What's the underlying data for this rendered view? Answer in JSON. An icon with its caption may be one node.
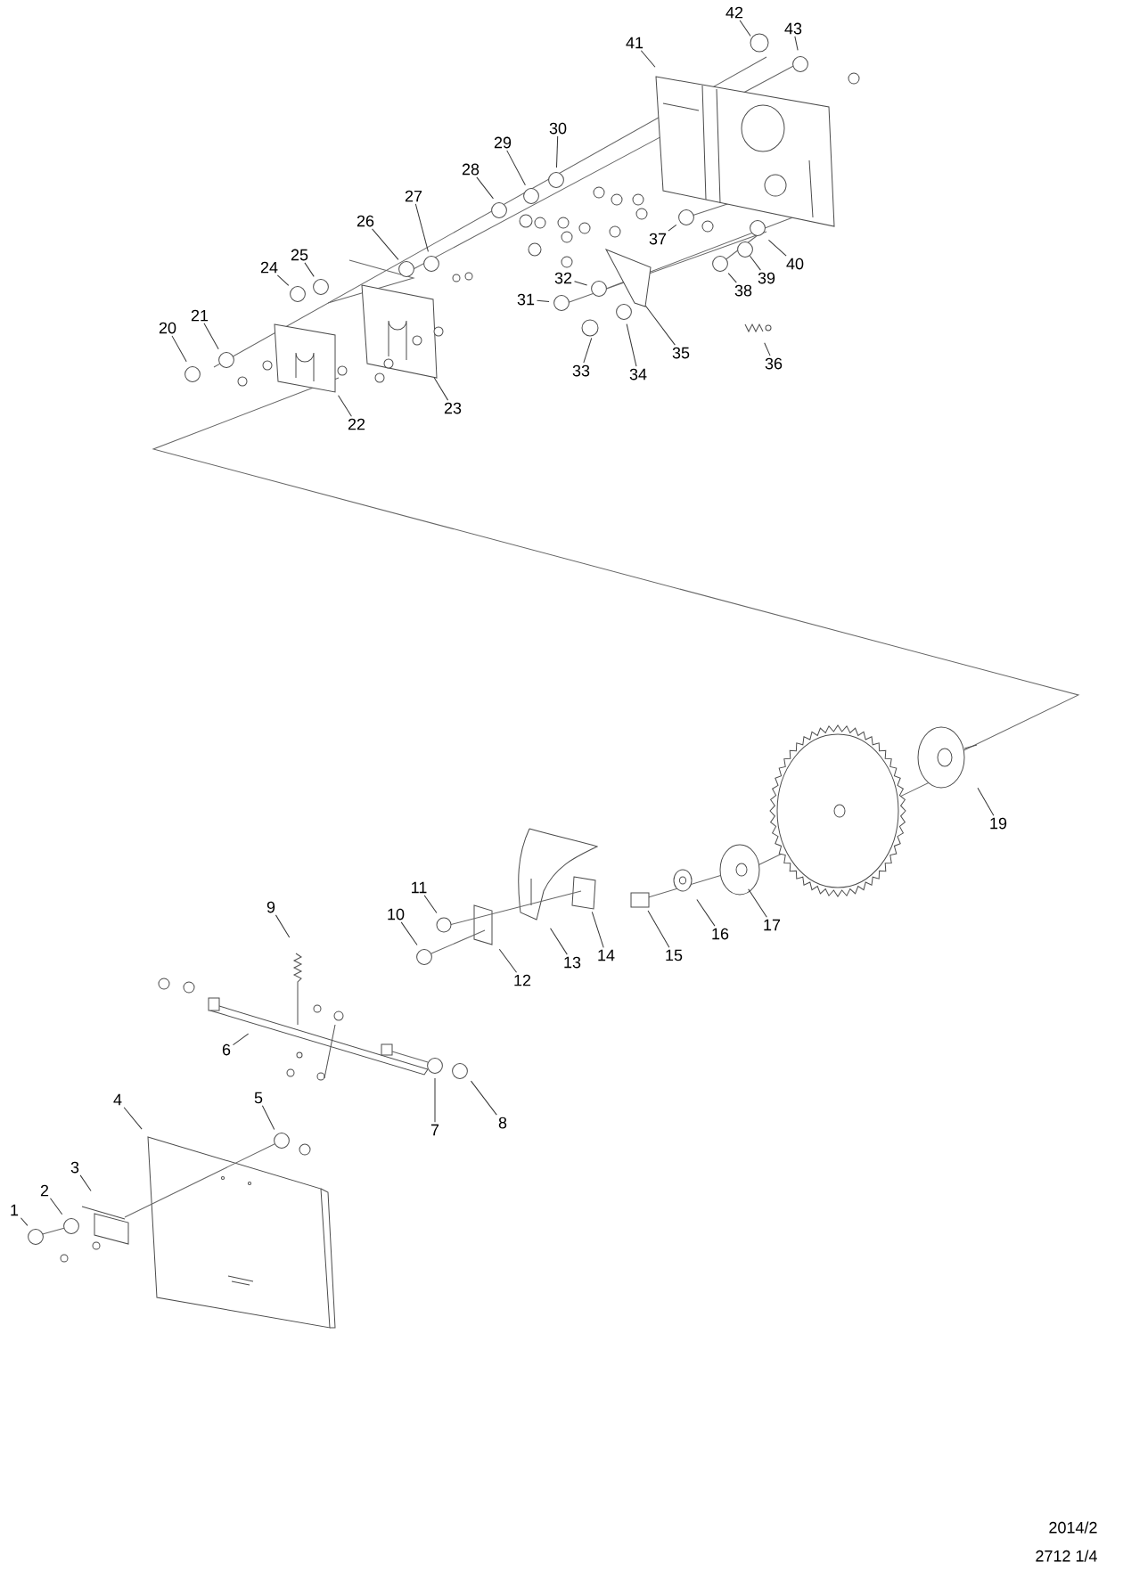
{
  "diagram": {
    "nodes": [
      {
        "text": [
          "1"
        ]
      },
      {
        "text": [
          "2"
        ]
      },
      {
        "text": [
          "3"
        ]
      },
      {
        "text": [
          "4"
        ]
      },
      {
        "text": [
          "5"
        ]
      },
      {
        "text": [
          "6"
        ]
      },
      {
        "text": [
          "7"
        ]
      },
      {
        "text": [
          "8"
        ]
      },
      {
        "text": [
          "9"
        ]
      },
      {
        "text": [
          "10"
        ]
      },
      {
        "text": [
          "11"
        ]
      },
      {
        "text": [
          "12"
        ]
      },
      {
        "text": [
          "13"
        ]
      },
      {
        "text": [
          "14"
        ]
      },
      {
        "text": [
          "15"
        ]
      },
      {
        "text": [
          "16"
        ]
      },
      {
        "text": [
          "17"
        ]
      },
      {
        "text": [
          "19"
        ]
      },
      {
        "text": [
          "20"
        ]
      },
      {
        "text": [
          "21"
        ]
      },
      {
        "text": [
          "22"
        ]
      },
      {
        "text": [
          "23"
        ]
      },
      {
        "text": [
          "24"
        ]
      },
      {
        "text": [
          "25"
        ]
      },
      {
        "text": [
          "26"
        ]
      },
      {
        "text": [
          "27"
        ]
      },
      {
        "text": [
          "28"
        ]
      },
      {
        "text": [
          "29"
        ]
      },
      {
        "text": [
          "30"
        ]
      },
      {
        "text": [
          "31"
        ]
      },
      {
        "text": [
          "32"
        ]
      },
      {
        "text": [
          "33"
        ]
      },
      {
        "text": [
          "34"
        ]
      },
      {
        "text": [
          "35"
        ]
      },
      {
        "text": [
          "36"
        ]
      },
      {
        "text": [
          "37"
        ]
      },
      {
        "text": [
          "38"
        ]
      },
      {
        "text": [
          "39"
        ]
      },
      {
        "text": [
          "40"
        ]
      },
      {
        "text": [
          "41"
        ]
      },
      {
        "text": [
          "42"
        ]
      },
      {
        "text": [
          "43"
        ]
      }
    ],
    "edges": [
      {
        "from": 0,
        "to": null,
        "arrow": "none"
      },
      {
        "from": 1,
        "to": null,
        "arrow": "none"
      },
      {
        "from": 2,
        "to": null,
        "arrow": "none"
      },
      {
        "from": 3,
        "to": null,
        "arrow": "none"
      },
      {
        "from": 4,
        "to": null,
        "arrow": "none"
      },
      {
        "from": 5,
        "to": null,
        "arrow": "none"
      },
      {
        "from": 6,
        "to": null,
        "arrow": "none"
      },
      {
        "from": 7,
        "to": null,
        "arrow": "none"
      },
      {
        "from": 8,
        "to": null,
        "arrow": "none"
      },
      {
        "from": 9,
        "to": null,
        "arrow": "none"
      },
      {
        "from": 10,
        "to": null,
        "arrow": "none"
      },
      {
        "from": 11,
        "to": null,
        "arrow": "none"
      },
      {
        "from": 12,
        "to": null,
        "arrow": "none"
      },
      {
        "from": 13,
        "to": null,
        "arrow": "none"
      },
      {
        "from": 14,
        "to": null,
        "arrow": "none"
      },
      {
        "from": 15,
        "to": null,
        "arrow": "none"
      },
      {
        "from": 16,
        "to": null,
        "arrow": "none"
      },
      {
        "from": 17,
        "to": null,
        "arrow": "none"
      },
      {
        "from": 18,
        "to": null,
        "arrow": "none"
      },
      {
        "from": 19,
        "to": null,
        "arrow": "none"
      },
      {
        "from": 20,
        "to": null,
        "arrow": "none"
      },
      {
        "from": 21,
        "to": null,
        "arrow": "none"
      },
      {
        "from": 22,
        "to": null,
        "arrow": "none"
      },
      {
        "from": 23,
        "to": null,
        "arrow": "none"
      },
      {
        "from": 24,
        "to": null,
        "arrow": "none"
      },
      {
        "from": 25,
        "to": null,
        "arrow": "none"
      },
      {
        "from": 26,
        "to": null,
        "arrow": "none"
      },
      {
        "from": 27,
        "to": null,
        "arrow": "none"
      },
      {
        "from": 28,
        "to": null,
        "arrow": "none"
      },
      {
        "from": 29,
        "to": null,
        "arrow": "none"
      },
      {
        "from": 30,
        "to": null,
        "arrow": "none"
      },
      {
        "from": 31,
        "to": null,
        "arrow": "none"
      },
      {
        "from": 32,
        "to": null,
        "arrow": "none"
      },
      {
        "from": 33,
        "to": null,
        "arrow": "none"
      },
      {
        "from": 34,
        "to": null,
        "arrow": "none"
      },
      {
        "from": 35,
        "to": null,
        "arrow": "none"
      },
      {
        "from": 36,
        "to": null,
        "arrow": "none"
      },
      {
        "from": 37,
        "to": null,
        "arrow": "none"
      },
      {
        "from": 38,
        "to": null,
        "arrow": "none"
      },
      {
        "from": 39,
        "to": null,
        "arrow": "none"
      },
      {
        "from": 40,
        "to": null,
        "arrow": "none"
      },
      {
        "from": 41,
        "to": null,
        "arrow": "none"
      }
    ],
    "labels": [
      "2014/2",
      "2712 1/4"
    ]
  }
}
